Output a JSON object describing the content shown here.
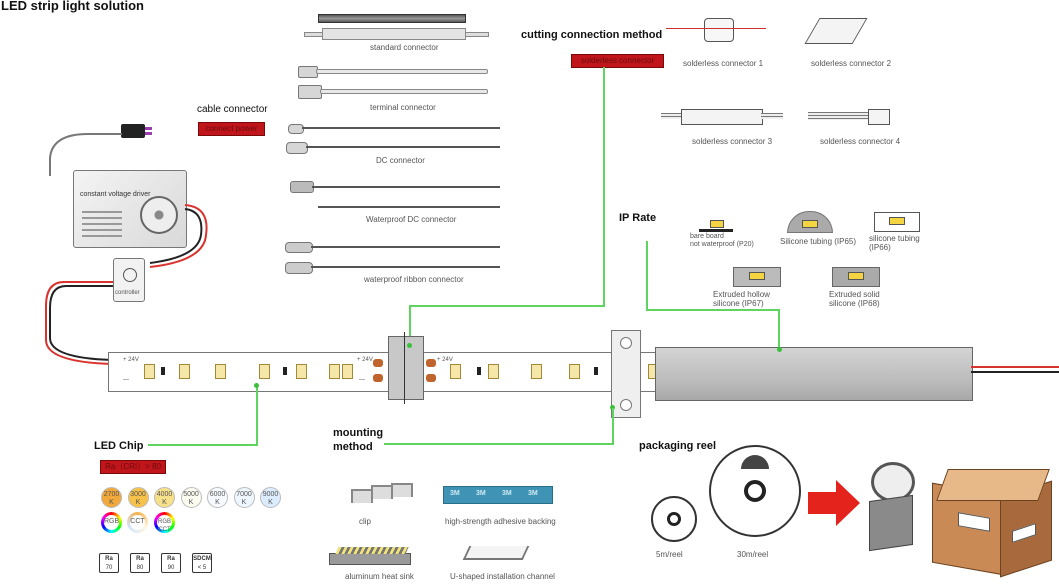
{
  "title": "LED strip light solution",
  "sections": {
    "cable_connector": "cable connector",
    "cutting_connection_method": "cutting connection method",
    "ip_rate": "IP Rate",
    "led_chip": "LED Chip",
    "mounting_method": "mounting method",
    "mounting_method_line1": "mounting",
    "mounting_method_line2": "method",
    "packaging_reel": "packaging reel"
  },
  "tags": {
    "connect_power": "connect power",
    "solderless_connector": "solderless connector",
    "ra_cri": "Ra（CRI）> 80"
  },
  "driver": {
    "label": "constant voltage driver",
    "controller": "controller"
  },
  "connectors": [
    "standard connector",
    "terminal  connector",
    "DC connector",
    "Waterproof DC connector",
    "waterproof ribbon connector"
  ],
  "solderless": [
    "solderless connector 1",
    "solderless connector 2",
    "solderless connector 3",
    "solderless connector 4"
  ],
  "ip_items": [
    {
      "line1": "bare board",
      "line2": "not waterproof (P20)"
    },
    {
      "line1": "Silicone tubing (IP65)",
      "line2": ""
    },
    {
      "line1": "silicone tubing",
      "line2": "(IP66)"
    },
    {
      "line1": "Extruded hollow",
      "line2": "silicone (IP67)"
    },
    {
      "line1": "Extruded solid",
      "line2": "silicone (IP68)"
    }
  ],
  "strip_labels": {
    "plus24v": "+ 24V",
    "minus": "—"
  },
  "cct": [
    {
      "top": "2700",
      "bottom": "K",
      "color": "#f2a93b"
    },
    {
      "top": "3000",
      "bottom": "K",
      "color": "#f6c24a"
    },
    {
      "top": "4000",
      "bottom": "K",
      "color": "#f7e08a"
    },
    {
      "top": "5000",
      "bottom": "K",
      "color": "#fbfbf0"
    },
    {
      "top": "6000",
      "bottom": "K",
      "color": "#f7fbff"
    },
    {
      "top": "7000",
      "bottom": "K",
      "color": "#eef6ff"
    },
    {
      "top": "9000",
      "bottom": "K",
      "color": "#dcecff"
    }
  ],
  "color_types": [
    "RGB",
    "CCT",
    "RGB CCT"
  ],
  "ra": [
    {
      "top": "Ra",
      "bottom": "70"
    },
    {
      "top": "Ra",
      "bottom": "80"
    },
    {
      "top": "Ra",
      "bottom": "90"
    },
    {
      "top": "SDCM",
      "bottom": "< 5"
    }
  ],
  "mounting": [
    "clip",
    "high-strength adhesive backing",
    "aluminum heat sink",
    "U-shaped installation channel"
  ],
  "tape_text": "3M",
  "packaging": [
    "5m/reel",
    "30m/reel"
  ],
  "colors": {
    "accent_red": "#c0161b",
    "guide_green": "#5fd45f",
    "strip_white": "#ffffff",
    "wire_red": "#d9332e",
    "wire_black": "#222222"
  }
}
